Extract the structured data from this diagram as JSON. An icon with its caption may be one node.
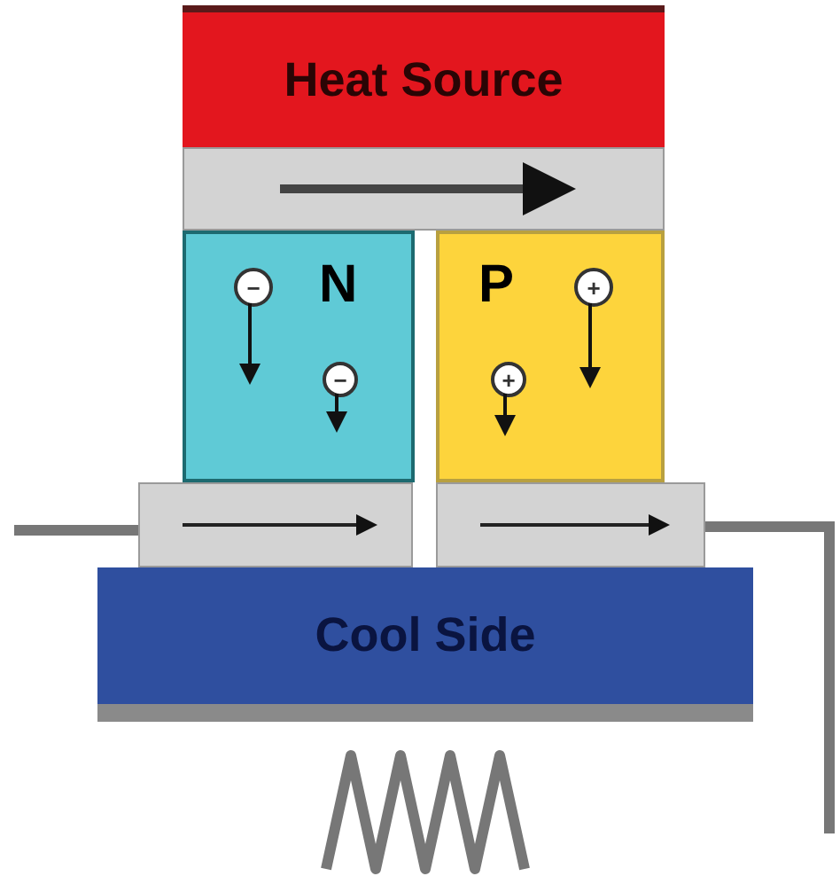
{
  "diagram": {
    "nodes": [
      {
        "text": [
          "Heat Source"
        ]
      },
      {
        "text": [],
        "shape": "bar"
      },
      {
        "text": [
          "N"
        ]
      },
      {
        "text": [
          "−"
        ],
        "in": 2
      },
      {
        "text": [
          "−"
        ],
        "in": 2
      },
      {
        "text": [
          "P"
        ]
      },
      {
        "text": [
          "+"
        ],
        "in": 5
      },
      {
        "text": [
          "+"
        ],
        "in": 5
      },
      {
        "text": [],
        "shape": "bar"
      },
      {
        "text": [],
        "shape": "bar"
      },
      {
        "text": [
          "Cool Side"
        ]
      },
      {
        "text": [],
        "shape": "resistor"
      }
    ],
    "edges": [
      {
        "from": 8,
        "to": null,
        "arrow": "none"
      },
      {
        "from": 9,
        "to": null,
        "arrow": "none"
      }
    ]
  }
}
